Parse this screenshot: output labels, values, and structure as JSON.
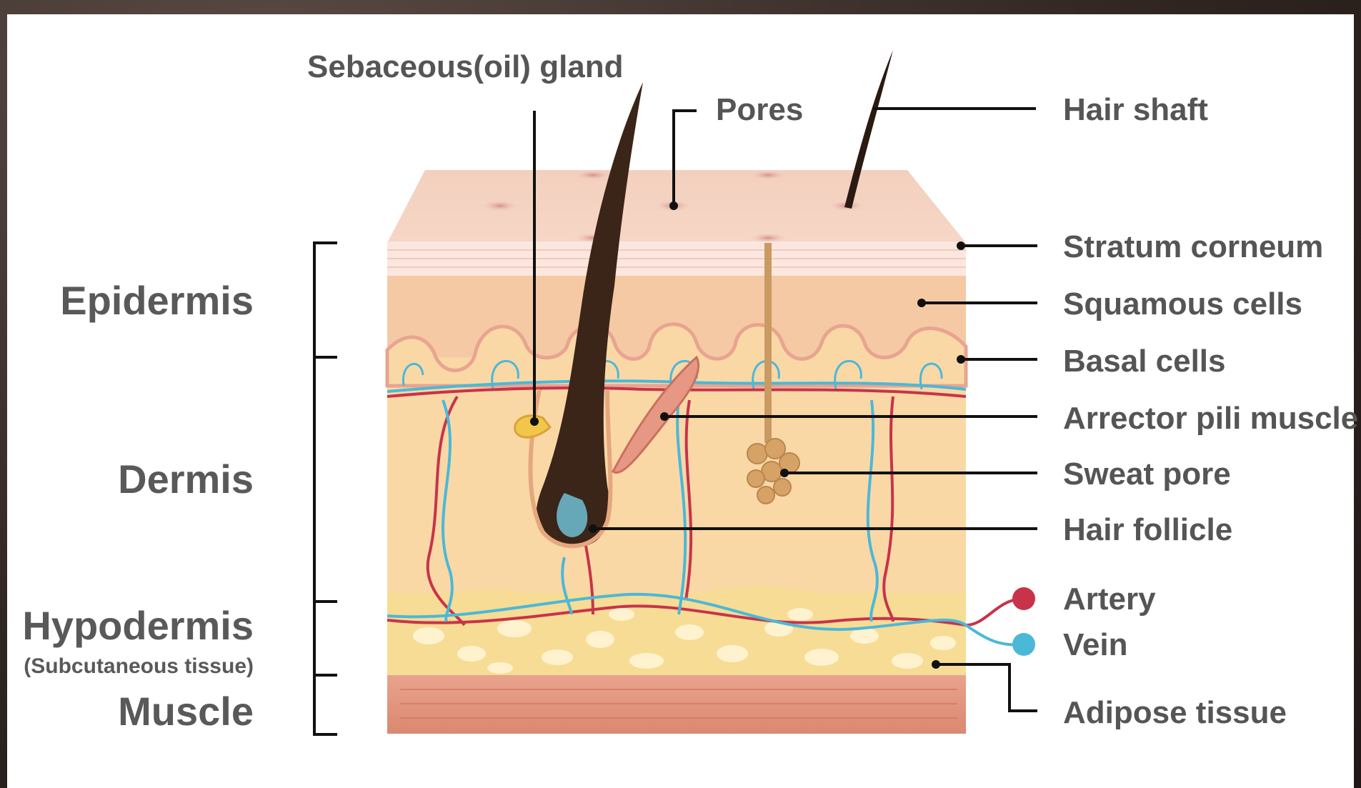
{
  "title": "",
  "colors": {
    "artery": "#c8334a",
    "vein": "#4bb8d8",
    "label_text": "#595959",
    "leader_line": "#111111"
  },
  "layers_left": {
    "epidermis": "Epidermis",
    "dermis": "Dermis",
    "hypodermis": "Hypodermis",
    "hypodermis_sub": "(Subcutaneous tissue)",
    "muscle": "Muscle"
  },
  "labels_top": {
    "sebaceous": "Sebaceous(oil) gland",
    "pores": "Pores",
    "hair_shaft": "Hair shaft"
  },
  "labels_right": {
    "stratum_corneum": "Stratum corneum",
    "squamous": "Squamous cells",
    "basal": "Basal cells",
    "arrector": "Arrector pili muscle",
    "sweat_pore": "Sweat pore",
    "hair_follicle": "Hair follicle",
    "artery": "Artery",
    "vein": "Vein",
    "adipose": "Adipose tissue"
  }
}
